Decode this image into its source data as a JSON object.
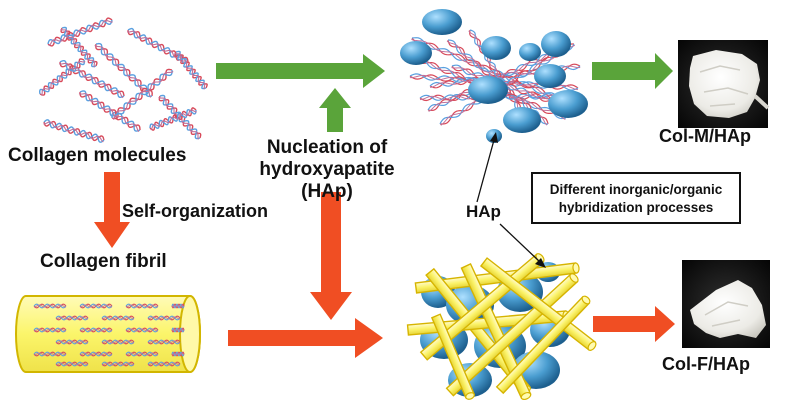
{
  "labels": {
    "collagen_molecules": "Collagen molecules",
    "self_organization": "Self-organization",
    "collagen_fibril": "Collagen fibril",
    "nucleation_line1": "Nucleation of",
    "nucleation_line2": "hydroxyapatite (HAp)",
    "hap": "HAp",
    "col_m_hap": "Col-M/HAp",
    "col_f_hap": "Col-F/HAp",
    "hybridization_line1": "Different inorganic/organic",
    "hybridization_line2": "hybridization processes"
  },
  "colors": {
    "green_arrow": "#5aa43a",
    "red_arrow": "#f04e23",
    "hap_particle": "#3f8fbf",
    "fibril_fill": "#fbf56a",
    "fibril_stroke": "#d6b400",
    "helix_red": "#d84a5a",
    "helix_blue": "#5aa0e0"
  }
}
